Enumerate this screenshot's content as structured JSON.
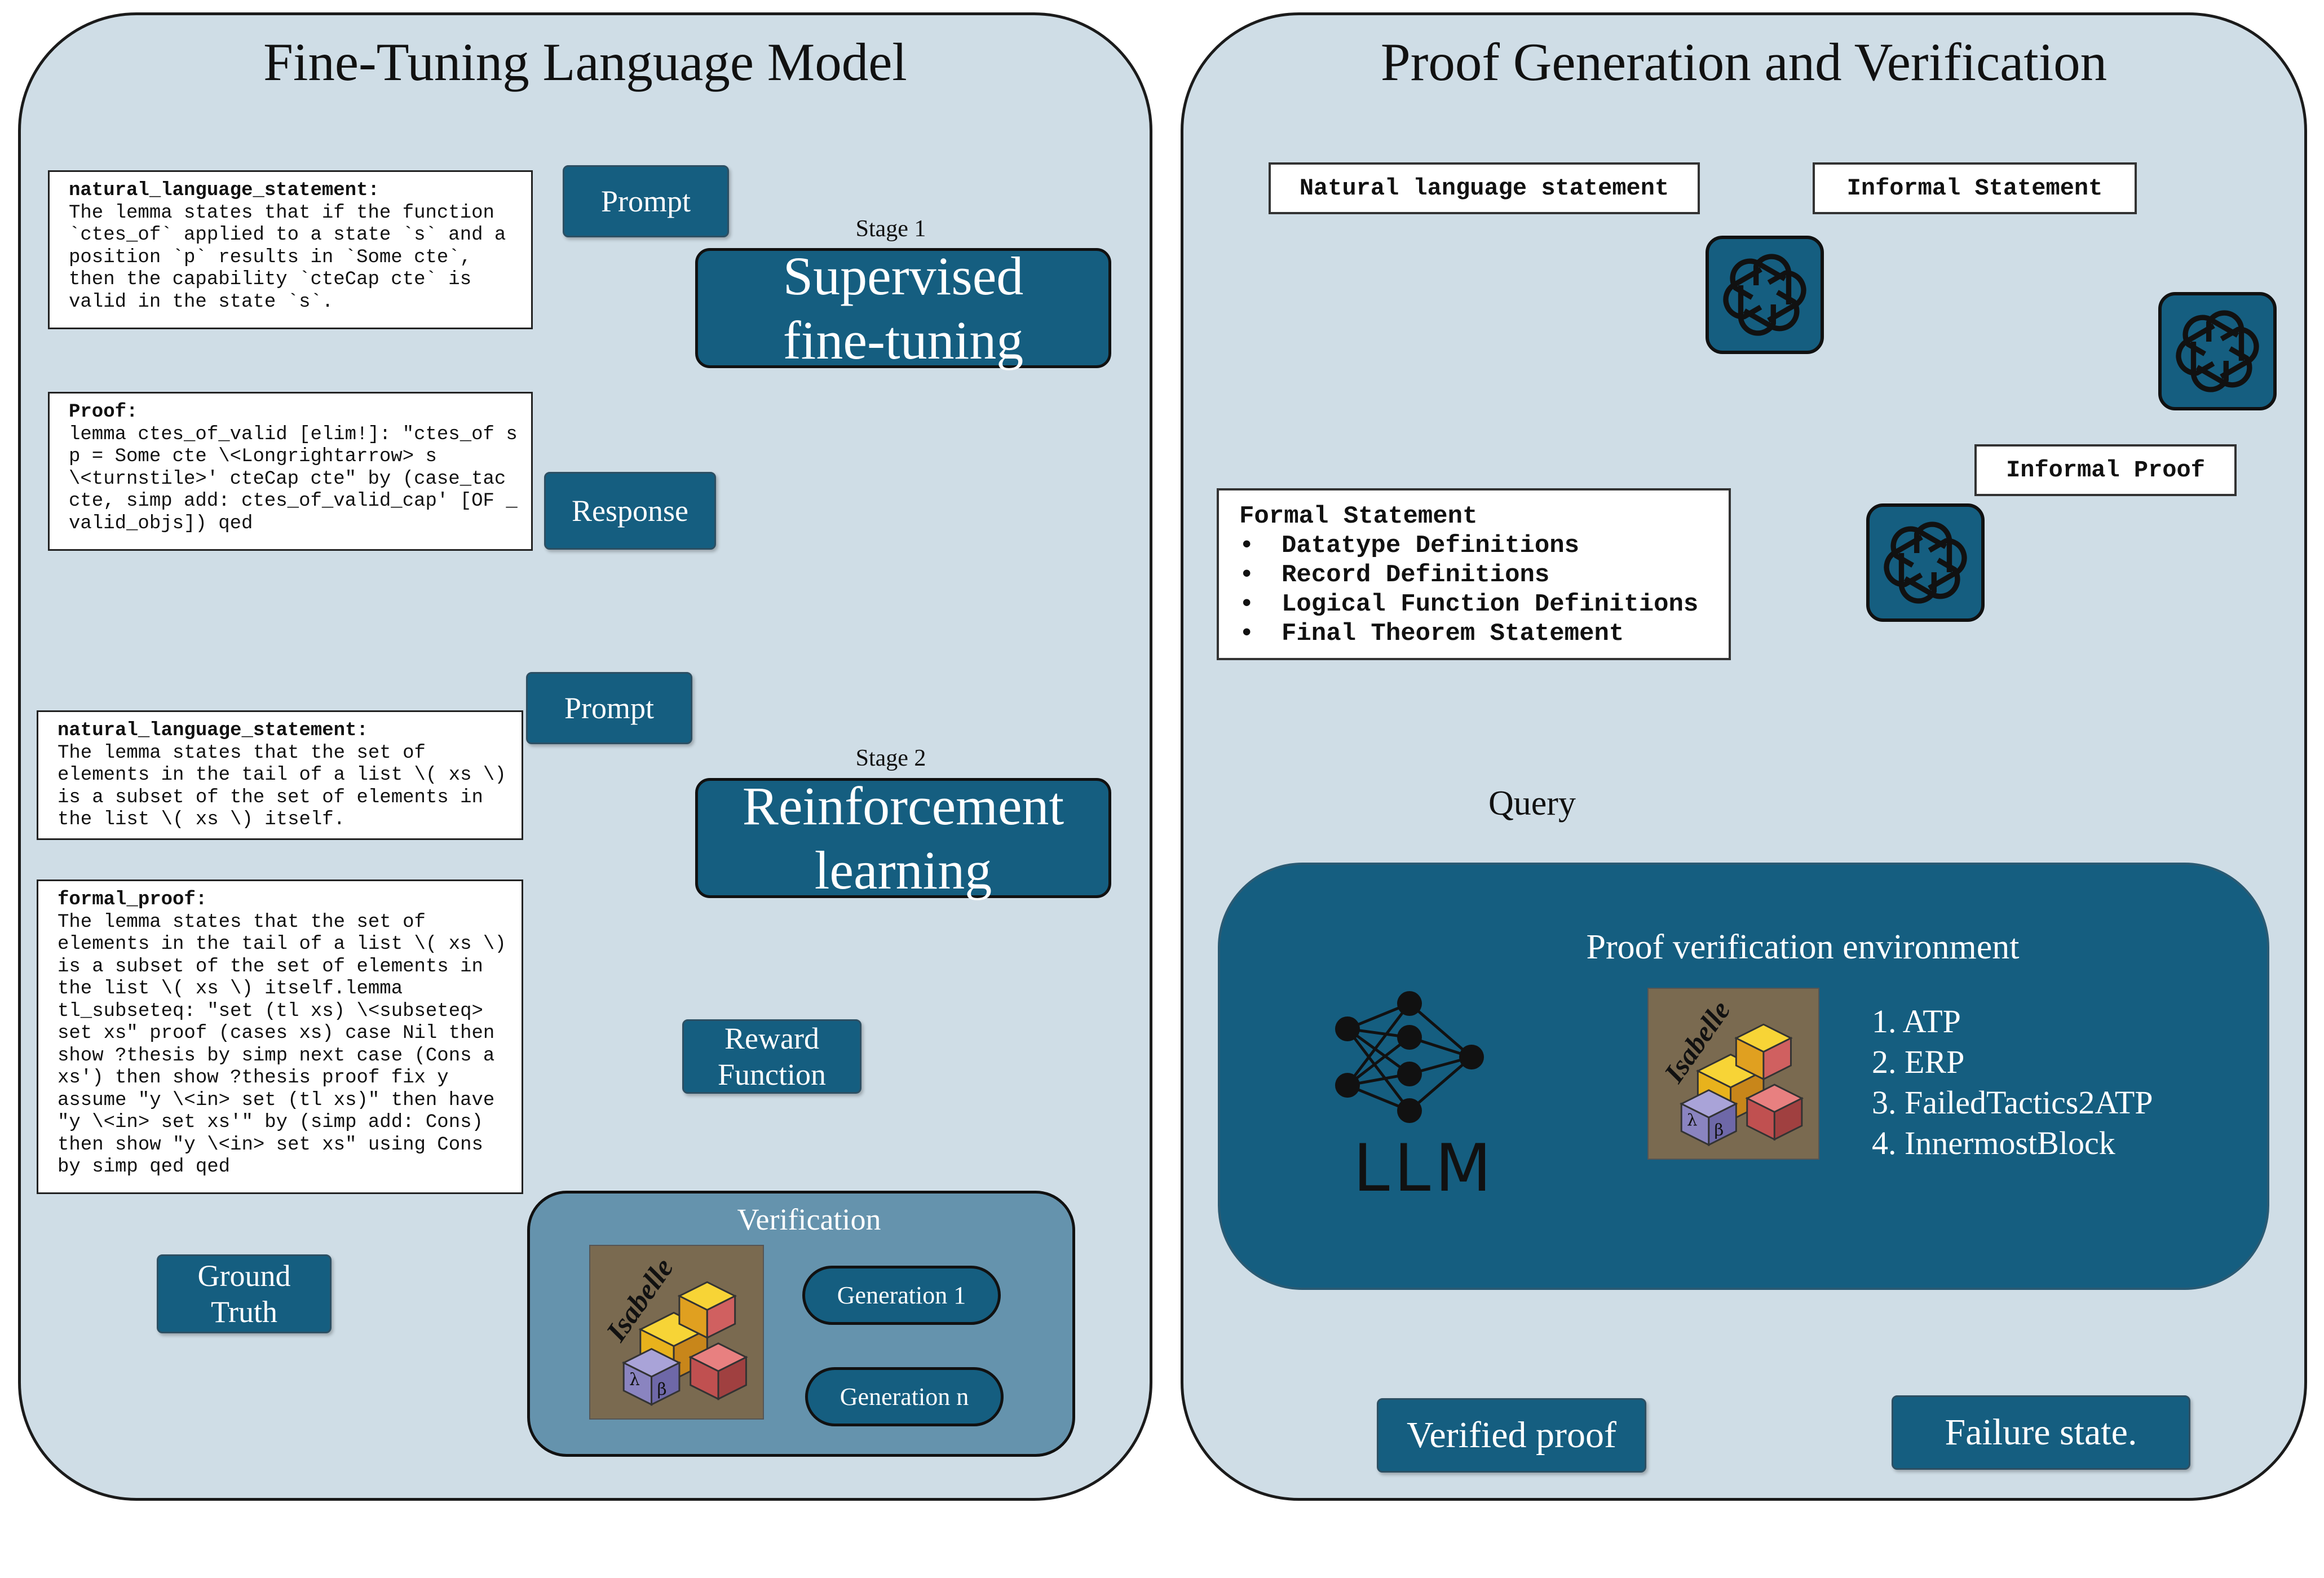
{
  "left_panel": {
    "title": "Fine-Tuning Language Model",
    "stage1": {
      "label": "Stage 1",
      "box": "Supervised\nfine-tuning",
      "prompt_label": "Prompt",
      "response_label": "Response",
      "statement_heading": "natural_language_statement:",
      "statement_text": "The lemma states that if the function\n`ctes_of` applied to a state `s` and a\nposition `p` results in `Some cte`,\nthen the capability `cteCap cte` is\nvalid in the state `s`.",
      "proof_heading": "Proof:",
      "proof_text": "lemma ctes_of_valid [elim!]: \"ctes_of s\np = Some cte \\<Longrightarrow> s\n\\<turnstile>' cteCap cte\" by (case_tac\ncte, simp add: ctes_of_valid_cap' [OF _\nvalid_objs]) qed"
    },
    "stage2": {
      "label": "Stage 2",
      "box": "Reinforcement\nlearning",
      "prompt_label": "Prompt",
      "statement_heading": "natural_language_statement:",
      "statement_text": "The lemma states that the set of\nelements in the tail of a list \\( xs \\)\nis a subset of the set of elements in\nthe list \\( xs \\) itself.",
      "formal_heading": "formal_proof:",
      "formal_text": "The lemma states that the set of\nelements in the tail of a list \\( xs \\)\nis a subset of the set of elements in\nthe list \\( xs \\) itself.lemma\ntl_subseteq: \"set (tl xs) \\<subseteq>\nset xs\" proof (cases xs) case Nil then\nshow ?thesis by simp next case (Cons a\nxs') then show ?thesis proof fix y\nassume \"y \\<in> set (tl xs)\" then have\n\"y \\<in> set xs'\" by (simp add: Cons)\nthen show \"y \\<in> set xs\" using Cons\nby simp qed qed",
      "reward_label": "Reward\nFunction",
      "ground_truth_label": "Ground\nTruth",
      "verification": {
        "title": "Verification",
        "generation_1": "Generation 1",
        "generation_n": "Generation n",
        "logo": "Isabelle"
      }
    }
  },
  "right_panel": {
    "title": "Proof Generation and Verification",
    "natural_language_statement": "Natural language statement",
    "informal_statement": "Informal Statement",
    "informal_proof": "Informal Proof",
    "formal_statement": {
      "heading": "Formal Statement",
      "items": [
        "Datatype Definitions",
        "Record Definitions",
        "Logical Function Definitions",
        "Final Theorem Statement"
      ]
    },
    "query_label": "Query",
    "environment": {
      "title": "Proof verification environment",
      "llm_label": "LLM",
      "logo": "Isabelle",
      "methods": [
        "1. ATP",
        "2. ERP",
        "3. FailedTactics2ATP",
        "4. InnermostBlock"
      ]
    },
    "outcomes": {
      "verified": "Verified proof",
      "failure": "Failure state."
    }
  },
  "icons": {
    "model": "openai-logo-icon",
    "prover": "isabelle-logo-icon",
    "network": "neural-network-icon"
  },
  "colors": {
    "panel_fill": "#cfdde6",
    "box_blue": "#155e80",
    "verification_fill": "#6593ad",
    "arrow": "#1d4e6e"
  }
}
